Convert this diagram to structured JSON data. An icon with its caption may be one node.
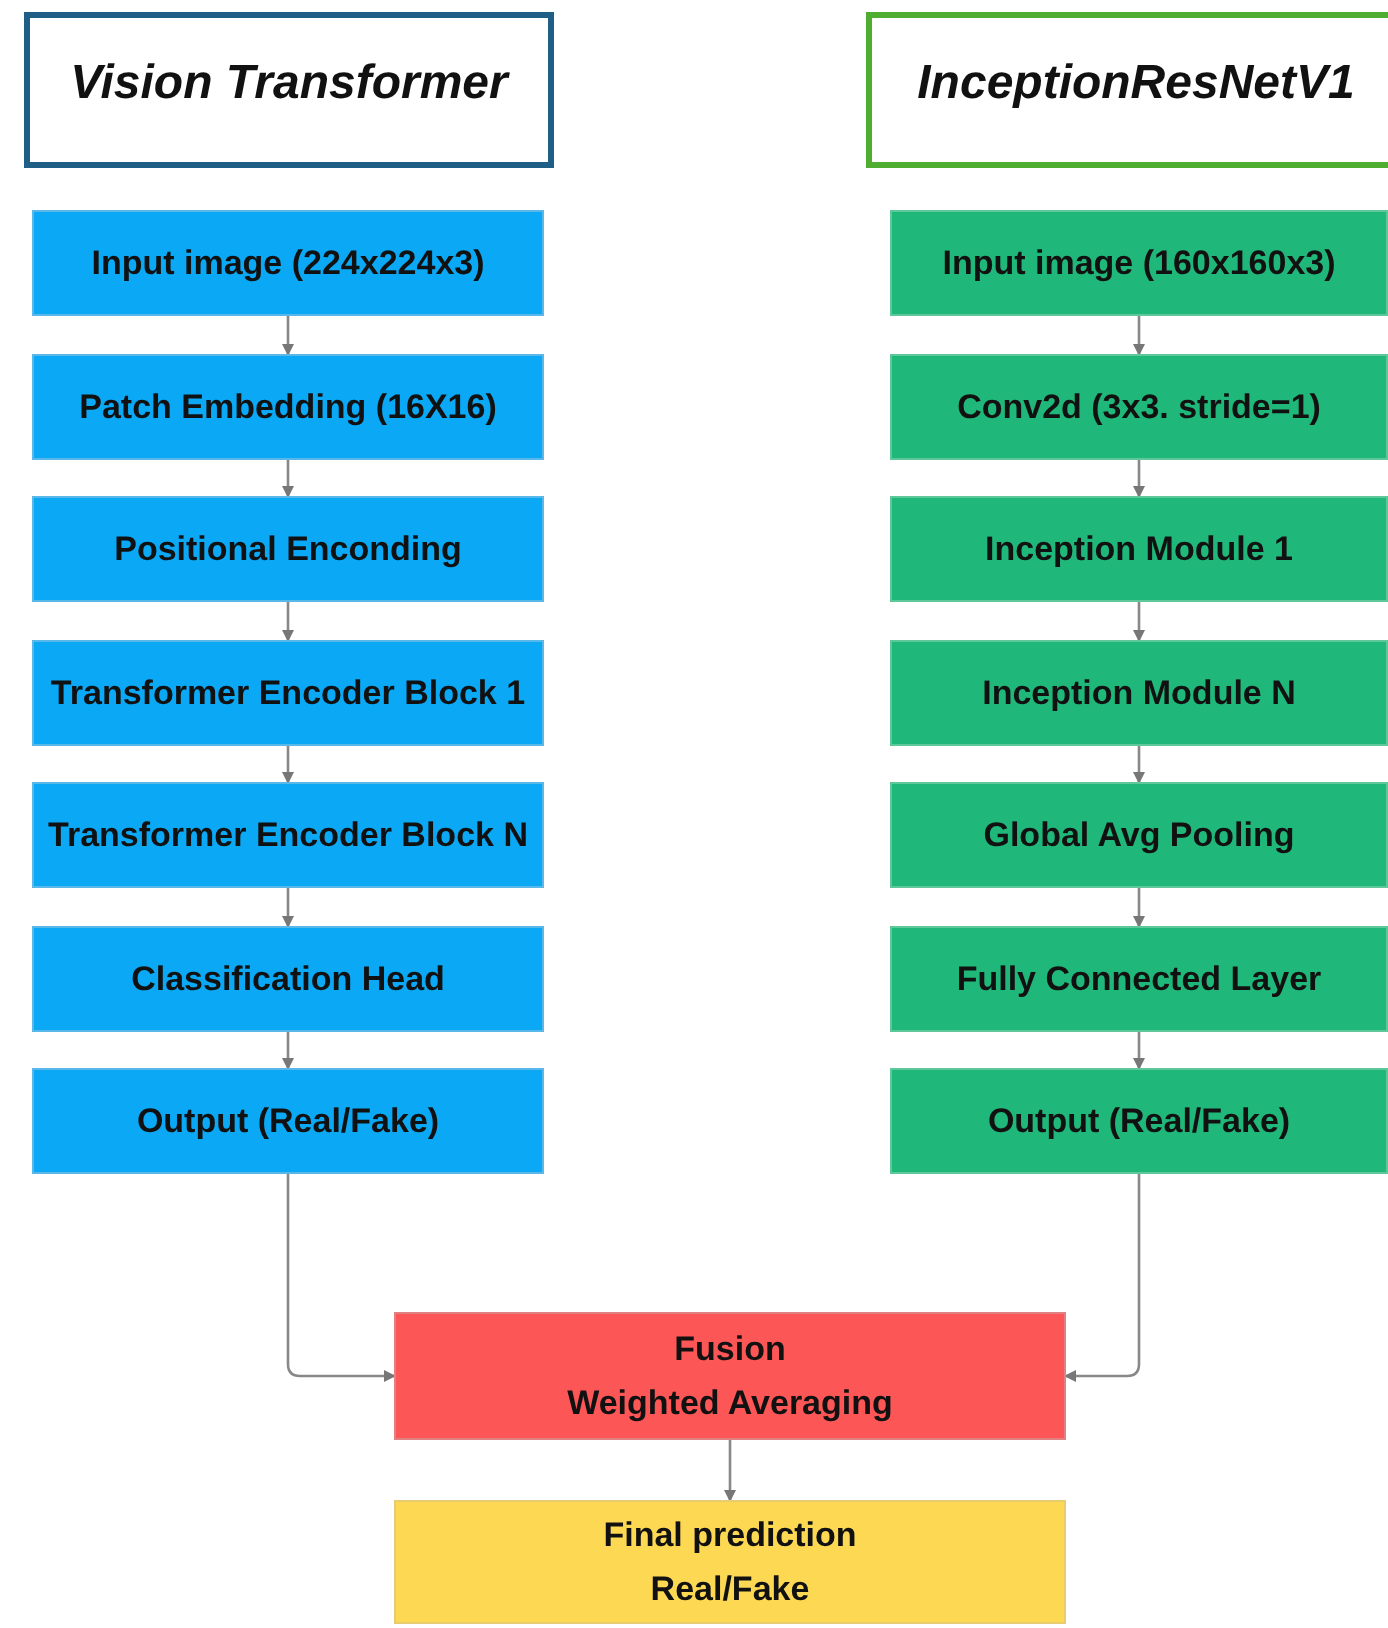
{
  "diagram": {
    "nodes": [
      {
        "text": [
          "Vision Transformer"
        ]
      },
      {
        "text": [
          "InceptionResNetV1"
        ]
      },
      {
        "text": [
          "Input image (224x224x3)"
        ]
      },
      {
        "text": [
          "Patch Embedding (16X16)"
        ]
      },
      {
        "text": [
          "Positional Enconding"
        ]
      },
      {
        "text": [
          "Transformer Encoder Block 1"
        ]
      },
      {
        "text": [
          "Transformer Encoder Block N"
        ]
      },
      {
        "text": [
          "Classification Head"
        ]
      },
      {
        "text": [
          "Output (Real/Fake)"
        ]
      },
      {
        "text": [
          "Input image (160x160x3)"
        ]
      },
      {
        "text": [
          "Conv2d (3x3. stride=1)"
        ]
      },
      {
        "text": [
          "Inception Module 1"
        ]
      },
      {
        "text": [
          "Inception Module N"
        ]
      },
      {
        "text": [
          "Global Avg Pooling"
        ]
      },
      {
        "text": [
          "Fully Connected Layer"
        ]
      },
      {
        "text": [
          "Output (Real/Fake)"
        ]
      },
      {
        "text": [
          "Fusion",
          "Weighted Averaging"
        ]
      },
      {
        "text": [
          "Final prediction",
          "Real/Fake"
        ]
      }
    ],
    "edges": [
      {
        "from": 2,
        "to": 3,
        "arrow": "to"
      },
      {
        "from": 3,
        "to": 4,
        "arrow": "to"
      },
      {
        "from": 4,
        "to": 5,
        "arrow": "to"
      },
      {
        "from": 5,
        "to": 6,
        "arrow": "to"
      },
      {
        "from": 6,
        "to": 7,
        "arrow": "to"
      },
      {
        "from": 7,
        "to": 8,
        "arrow": "to"
      },
      {
        "from": 9,
        "to": 10,
        "arrow": "to"
      },
      {
        "from": 10,
        "to": 11,
        "arrow": "to"
      },
      {
        "from": 11,
        "to": 12,
        "arrow": "to"
      },
      {
        "from": 12,
        "to": 13,
        "arrow": "to"
      },
      {
        "from": 13,
        "to": 14,
        "arrow": "to"
      },
      {
        "from": 14,
        "to": 15,
        "arrow": "to"
      },
      {
        "from": 8,
        "to": 16,
        "arrow": "to"
      },
      {
        "from": 15,
        "to": 16,
        "arrow": "to"
      },
      {
        "from": 16,
        "to": 17,
        "arrow": "to"
      }
    ]
  }
}
